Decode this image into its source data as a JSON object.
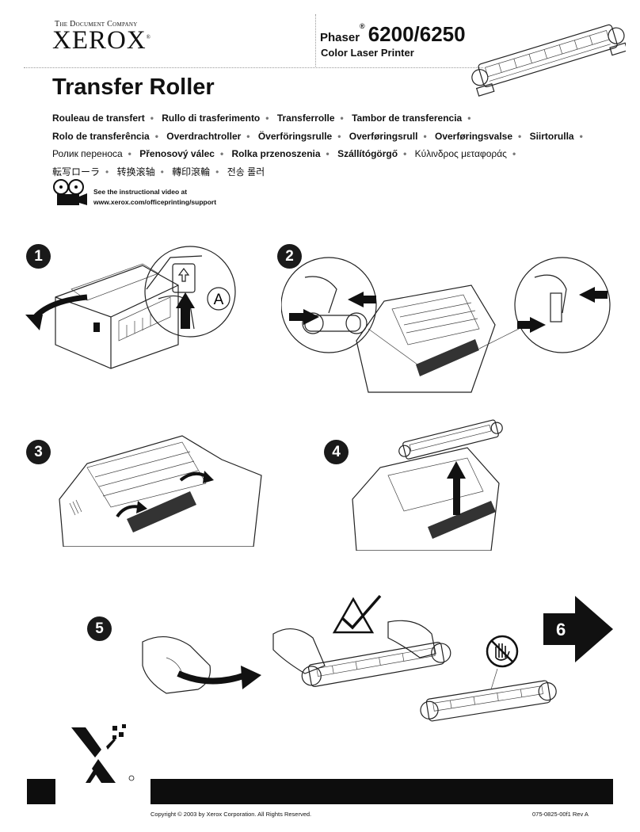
{
  "header": {
    "company": "The Document Company",
    "brand": "XEROX",
    "brand_mark": "®",
    "product_name": "Phaser",
    "product_reg": "®",
    "product_models": "6200/6250",
    "product_subtitle": "Color Laser Printer"
  },
  "title": "Transfer Roller",
  "translations": [
    [
      "Rouleau de transfert",
      "Rullo di trasferimento",
      "Transferrolle",
      "Tambor de transferencia"
    ],
    [
      "Rolo de transferência",
      "Overdrachtroller",
      "Överföringsrulle",
      "Overføringsrull",
      "Overføringsvalse",
      "Siirtorulla"
    ],
    [
      "Ролик переноса",
      "Přenosový válec",
      "Rolka przenoszenia",
      "Szállítógörgő",
      "Κύλινδρος μεταφοράς"
    ],
    [
      "転写ローラ",
      "转换滚轴",
      "轉印滾輪",
      "전송 롤러"
    ]
  ],
  "separator": "•",
  "video": {
    "line1": "See the instructional video at",
    "line2": "www.xerox.com/officeprinting/support",
    "icon": "film-projector-icon"
  },
  "steps": {
    "s1": "1",
    "s2": "2",
    "s3": "3",
    "s4": "4",
    "s5": "5",
    "s6": "6",
    "s1_callout": "A"
  },
  "icons": {
    "check": "check-mark-icon",
    "no_touch": "no-touch-hand-icon",
    "logo": "xerox-x-logo-icon"
  },
  "footer": {
    "copyright": "Copyright © 2003 by Xerox Corporation.  All Rights Reserved.",
    "part_number": "075-0825-00f1 Rev A"
  }
}
